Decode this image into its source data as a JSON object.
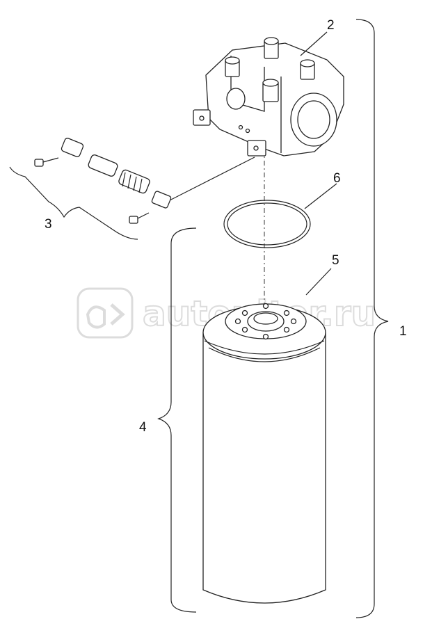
{
  "callouts": {
    "c1": "1",
    "c2": "2",
    "c3": "3",
    "c4": "4",
    "c5": "5",
    "c6": "6"
  },
  "watermark": {
    "text": "autopiter.ru",
    "icon": "a-arrow-logo-icon"
  },
  "colors": {
    "line": "#222222",
    "watermark": "#d9d9d9"
  }
}
